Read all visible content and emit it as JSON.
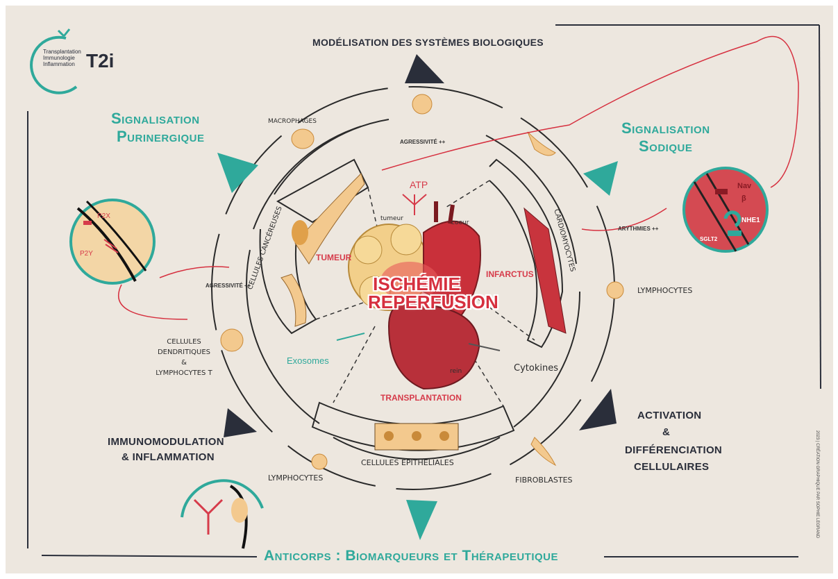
{
  "logo": {
    "lines": [
      "Transplantation",
      "Immunologie",
      "Inflammation"
    ],
    "mark": "T2i"
  },
  "headings": {
    "top": "MODÉLISATION DES SYSTÈMES BIOLOGIQUES",
    "purin_1": "Signalisation",
    "purin_2": "Purinergique",
    "sodium_1": "Signalisation",
    "sodium_2": "Sodique",
    "immuno_1": "IMMUNOMODULATION",
    "immuno_2": "& INFLAMMATION",
    "activ_1": "ACTIVATION",
    "activ_2": "&",
    "activ_3": "DIFFÉRENCIATION",
    "activ_4": "CELLULAIRES",
    "bottom": "Anticorps : Biomarqueurs et Thérapeutique"
  },
  "center": {
    "line1": "ISCHÉMIE",
    "line2": "REPERFUSION",
    "atp": "ATP",
    "tumeur_organ": "tumeur",
    "coeur": "coeur",
    "rein": "rein",
    "exosomes": "Exosomes",
    "cytokines": "Cytokines"
  },
  "sectors": {
    "tumeur": "TUMEUR",
    "infarctus": "INFARCTUS",
    "transplantation": "TRANSPLANTATION"
  },
  "cells": {
    "macrophages": "MACROPHAGES",
    "cancereuses": "CELLULES CANCÉREUSES",
    "cardiomyocytes": "CARDIOMYOCYTES",
    "epitheliales": "CELLULES ÉPITHÉLIALES",
    "lymphocytes_right": "LYMPHOCYTES",
    "lymphocytes_bottom": "LYMPHOCYTES",
    "dendritiques_1": "CELLULES",
    "dendritiques_2": "DENDRITIQUES",
    "dendritiques_3": "&",
    "dendritiques_4": "LYMPHOCYTES T",
    "fibroblastes": "FIBROBLASTES"
  },
  "annotations": {
    "agressivite_top": "AGRESSIVITÉ ++",
    "agressivite_left": "AGRESSIVITÉ ++",
    "arythmies": "ARYTHMIES ++"
  },
  "receptors": {
    "p2x": "P2X",
    "p2y": "P2Y",
    "nav": "Nav",
    "beta": "β",
    "nhe": "NHE1",
    "sglt": "SGLT2"
  },
  "credit": "2023 | CRÉATION GRAPHIQUE PAR SOPHIE LEGRAND",
  "colors": {
    "paper": "#ede7df",
    "teal": "#2fa99b",
    "red": "#d6303f",
    "dark": "#2a2e3a"
  }
}
